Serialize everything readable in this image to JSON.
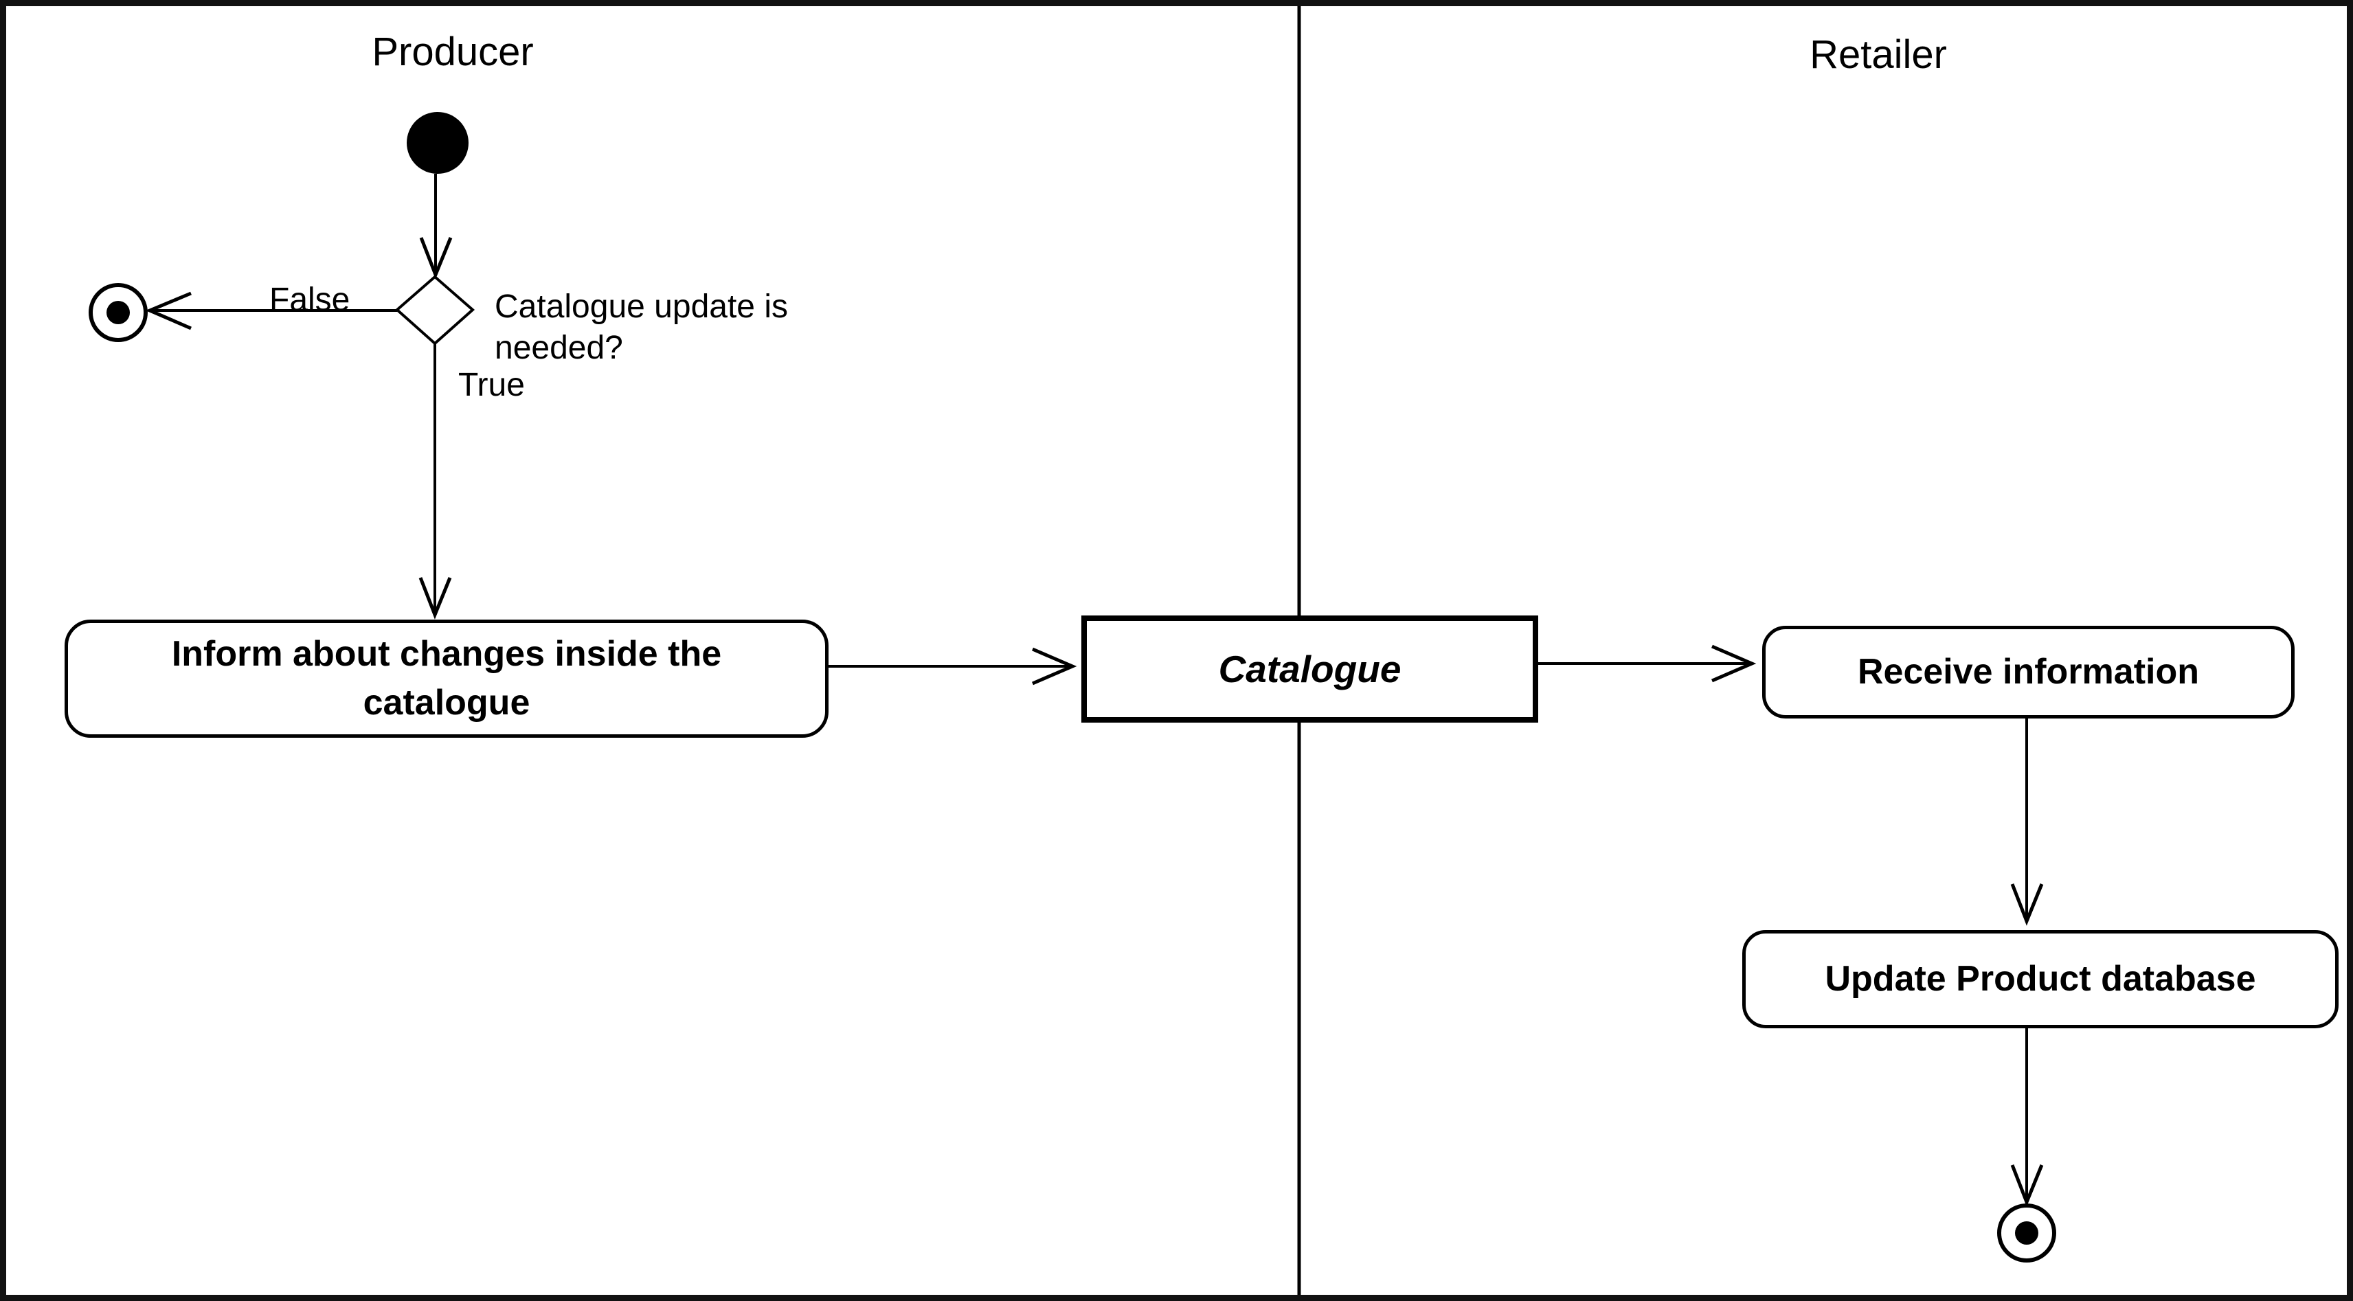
{
  "diagram": {
    "type": "UML activity diagram with swimlanes",
    "colors": {
      "ink": "#000000",
      "background": "#ffffff"
    }
  },
  "lanes": [
    {
      "id": "producer",
      "title": "Producer"
    },
    {
      "id": "retailer",
      "title": "Retailer"
    }
  ],
  "nodes": {
    "initial": {
      "shape": "filled-circle"
    },
    "decision": {
      "shape": "diamond",
      "question": "Catalogue update is needed?"
    },
    "flow_end": {
      "shape": "circle-with-dot"
    },
    "inform_action": {
      "shape": "rounded-rectangle",
      "label": "Inform about changes inside the catalogue"
    },
    "catalogue_object": {
      "shape": "thick-rectangle",
      "label": "Catalogue"
    },
    "receive_action": {
      "shape": "rounded-rectangle",
      "label": "Receive information"
    },
    "update_action": {
      "shape": "rounded-rectangle",
      "label": "Update Product database"
    },
    "final": {
      "shape": "circle-with-dot"
    }
  },
  "edge_labels": {
    "false": "False",
    "true": "True"
  }
}
